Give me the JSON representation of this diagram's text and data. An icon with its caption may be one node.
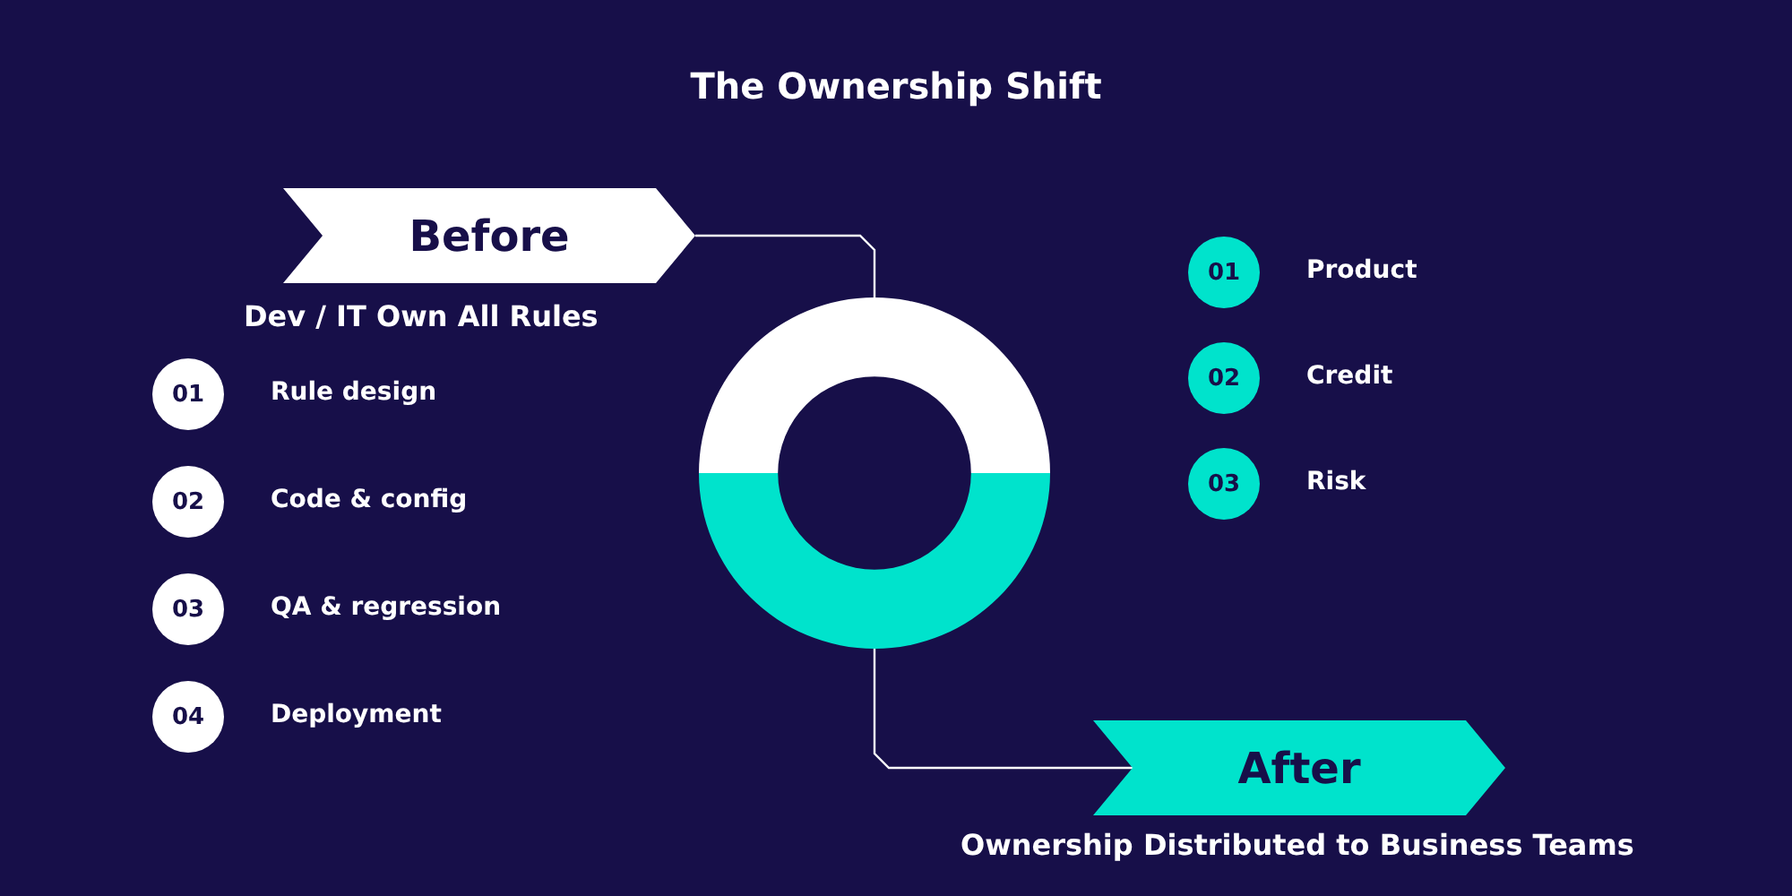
{
  "diagram": {
    "title": "The Ownership Shift",
    "nodes": [
      {
        "text": [
          "Before"
        ],
        "beside": [
          "Dev / IT Own All Rules"
        ]
      },
      {
        "text": [
          "01"
        ],
        "beside": [
          "Rule design"
        ]
      },
      {
        "text": [
          "02"
        ],
        "beside": [
          "Code & config"
        ]
      },
      {
        "text": [
          "03"
        ],
        "beside": [
          "QA & regression"
        ]
      },
      {
        "text": [
          "04"
        ],
        "beside": [
          "Deployment"
        ]
      },
      {
        "text": [],
        "shape": "circle"
      },
      {
        "text": [
          "01"
        ],
        "beside": [
          "Product"
        ]
      },
      {
        "text": [
          "02"
        ],
        "beside": [
          "Credit"
        ]
      },
      {
        "text": [
          "03"
        ],
        "beside": [
          "Risk"
        ]
      },
      {
        "text": [
          "After"
        ],
        "beside": [
          "Ownership Distributed to Business Teams"
        ]
      }
    ],
    "edges": [
      {
        "from": 0,
        "to": 5,
        "arrow": "none"
      },
      {
        "from": 5,
        "to": 9,
        "arrow": "none"
      }
    ]
  }
}
